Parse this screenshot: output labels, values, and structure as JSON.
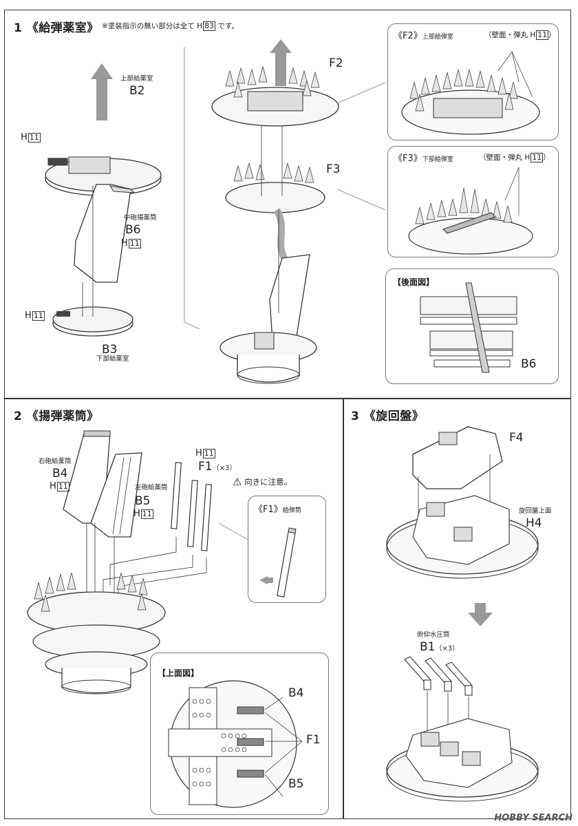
{
  "step1": {
    "number": "1",
    "title": "《給弾薬室》",
    "note": "※塗装指示の無い部分は全て",
    "note_code_prefix": "H",
    "note_code": "83",
    "note_suffix": "です。",
    "b2_sub": "上部給薬室",
    "b2": "B2",
    "h11_left_prefix": "H",
    "h11_left": "11",
    "b6_sub": "中砲揚薬筒",
    "b6": "B6",
    "b6_h_prefix": "H",
    "b6_h": "11",
    "b3_h_prefix": "H",
    "b3_h": "11",
    "b3": "B3",
    "b3_sub": "下部給薬室",
    "f2": "F2",
    "f3": "F3",
    "callout_f2_title": "《F2》",
    "callout_f2_small": "上部給弾室",
    "callout_f2_note": "（壁面・弾丸",
    "callout_f2_h_prefix": "H",
    "callout_f2_h": "11",
    "callout_f2_close": "）",
    "callout_f3_title": "《F3》",
    "callout_f3_small": "下部給弾室",
    "callout_f3_note": "（壁面・弾丸",
    "callout_f3_h_prefix": "H",
    "callout_f3_h": "11",
    "callout_f3_close": "）",
    "rear_title": "【後面図】",
    "rear_b6": "B6"
  },
  "step2": {
    "number": "2",
    "title": "《揚弾薬筒》",
    "b4_sub": "右砲給薬筒",
    "b4": "B4",
    "b4_h_prefix": "H",
    "b4_h": "11",
    "b5_sub": "左砲給薬筒",
    "b5": "B5",
    "b5_h_prefix": "H",
    "b5_h": "11",
    "f1_h_prefix": "H",
    "f1_h": "11",
    "f1": "F1",
    "f1_qty": "（×3）",
    "caution": "向きに注意。",
    "callout_f1_title": "《F1》",
    "callout_f1_small": "給弾筒",
    "top_title": "【上面図】",
    "top_b4": "B4",
    "top_f1": "F1",
    "top_b5": "B5"
  },
  "step3": {
    "number": "3",
    "title": "《旋回盤》",
    "f4": "F4",
    "h4_sub": "旋回盤上面",
    "h4": "H4",
    "b1_sub": "俯仰水圧筒",
    "b1": "B1",
    "b1_qty": "（×3）"
  },
  "watermark": "HOBBY SEARCH",
  "colors": {
    "line": "#333333",
    "gray_arrow": "#999999",
    "fill_light": "#eeeeee"
  }
}
